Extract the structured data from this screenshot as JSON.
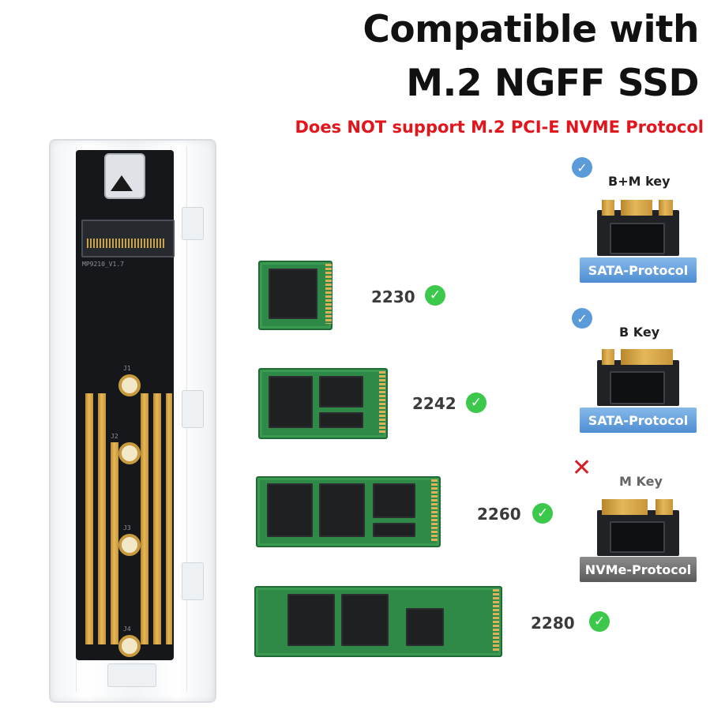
{
  "headline": {
    "line1": "Compatible with",
    "line2": "M.2 NGFF SSD",
    "warning": "Does NOT support M.2 PCI-E NVME Protocol"
  },
  "enclosure": {
    "board_label": "MP9210_V1.7",
    "hole_labels": [
      "J1",
      "J2",
      "J3",
      "J4"
    ]
  },
  "sizes": [
    {
      "label": "2230",
      "supported": true
    },
    {
      "label": "2242",
      "supported": true
    },
    {
      "label": "2260",
      "supported": true
    },
    {
      "label": "2280",
      "supported": true
    }
  ],
  "keys": [
    {
      "name": "B+M key",
      "protocol": "SATA-Protocol",
      "supported": true
    },
    {
      "name": "B Key",
      "protocol": "SATA-Protocol",
      "supported": true
    },
    {
      "name": "M Key",
      "protocol": "NVMe-Protocol",
      "supported": false
    }
  ],
  "colors": {
    "warning": "#e2141c",
    "supported_check": "#3cc84a",
    "key_check": "#5b9bd9",
    "unsupported_x": "#d61e24",
    "sata_badge": "#4f8ed2",
    "nvme_badge": "#5a5a5a",
    "pcb_green": "#2e8a46"
  },
  "icons": {
    "supported": "check-circle-icon",
    "unsupported": "cross-icon"
  }
}
